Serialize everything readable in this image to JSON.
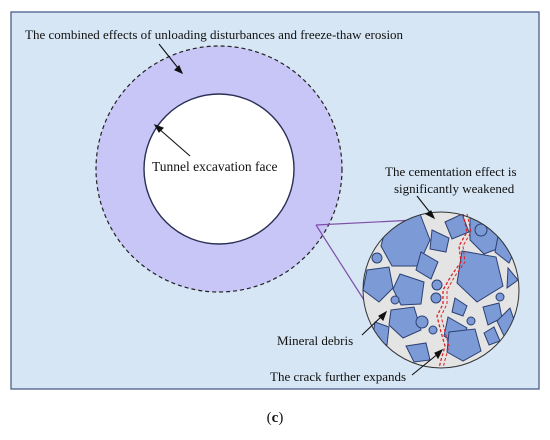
{
  "labels": {
    "combined_effects": "The combined effects of unloading disturbances and freeze-thaw erosion",
    "excavation_face": "Tunnel excavation face",
    "cementation_line1": "The cementation effect is",
    "cementation_line2": "significantly weakened",
    "mineral_debris": "Mineral debris",
    "crack_expands": "The crack further expands"
  },
  "panel": {
    "open": "(",
    "letter": "c",
    "close": ")"
  },
  "colors": {
    "background": "#d6e6f4",
    "frame": "#4a5e8a",
    "ring": "#c8c5f7",
    "face": "#ffffff",
    "particle": "#7b9ad6",
    "particle_stroke": "#2d4072",
    "matrix": "#e4e4e4",
    "crack": "#e02020",
    "connector": "#7f4fa8"
  }
}
